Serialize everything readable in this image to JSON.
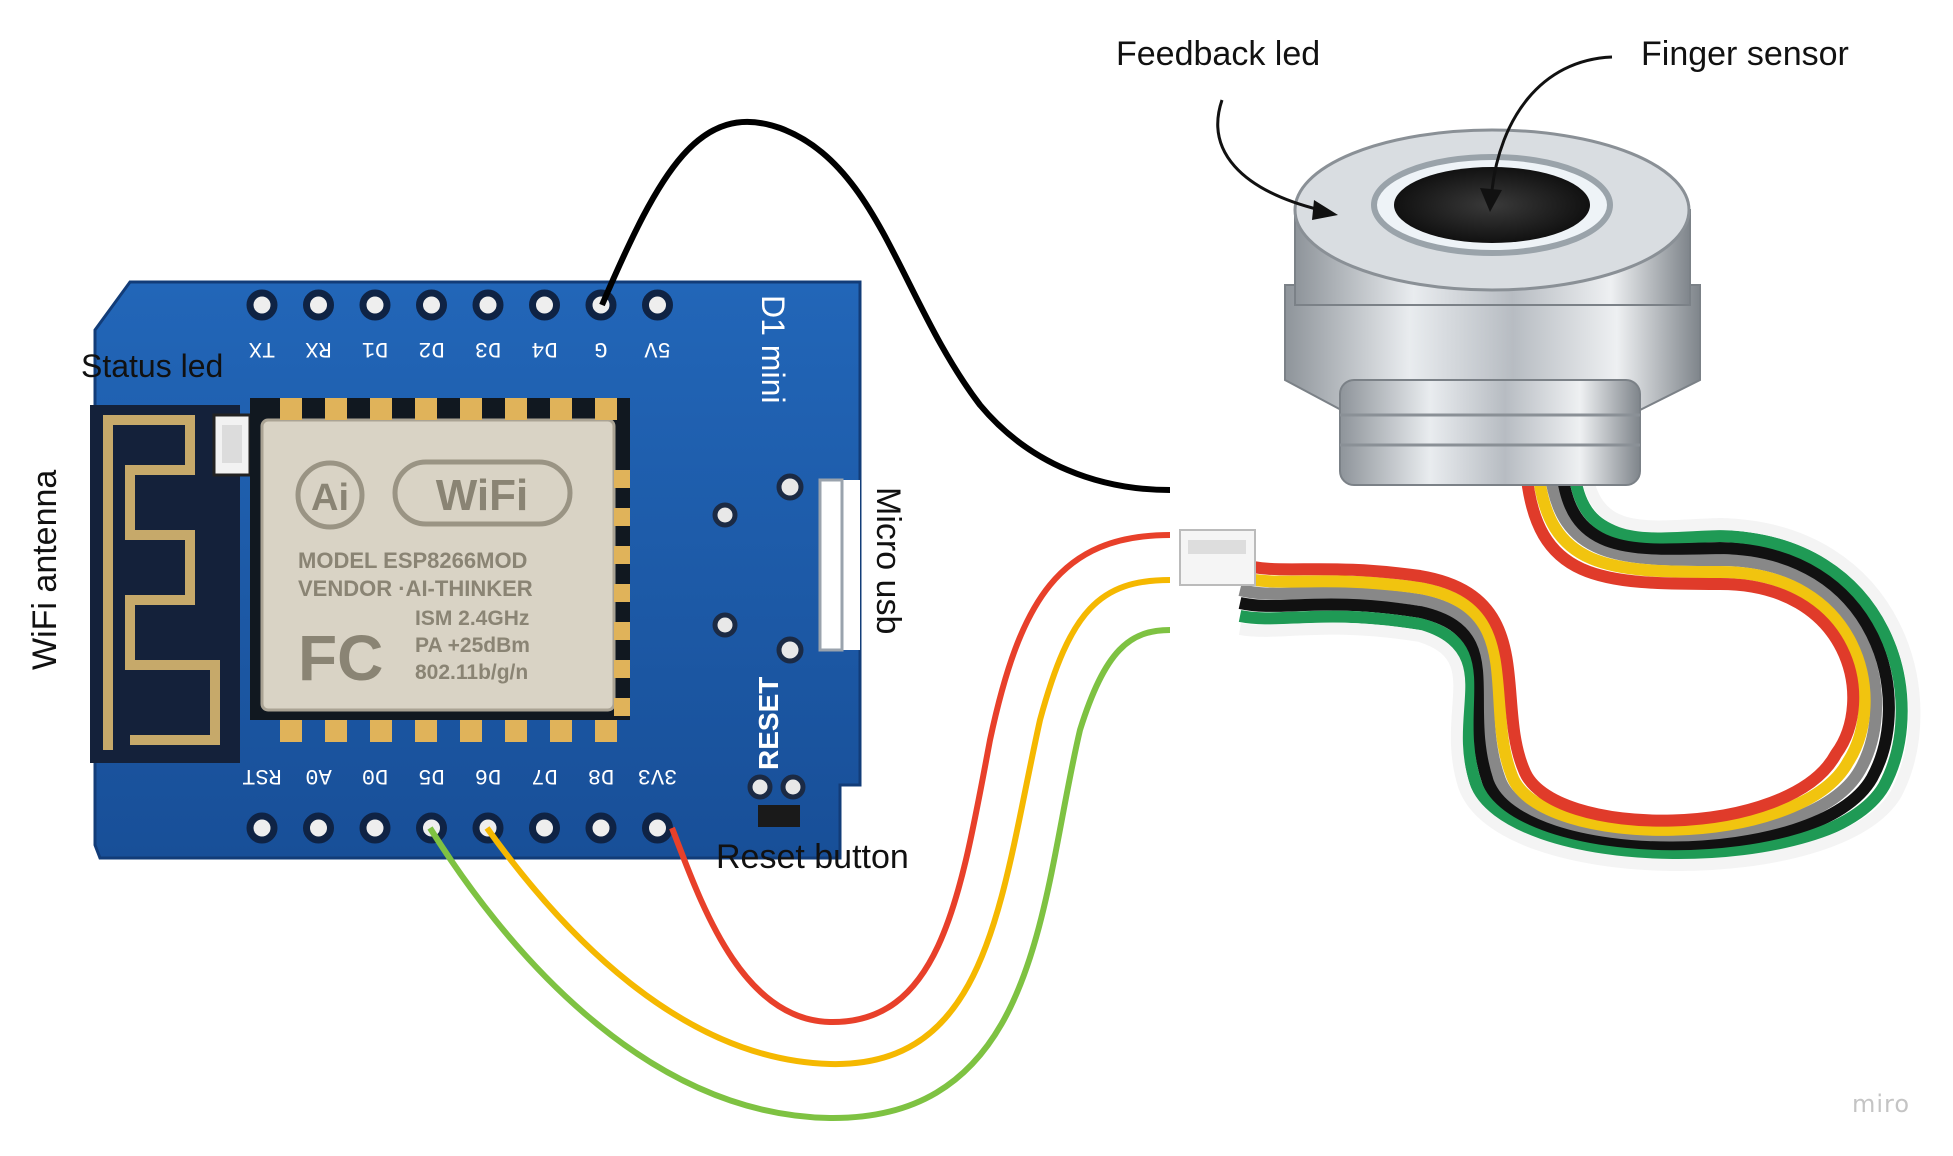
{
  "labels": {
    "feedback_led": "Feedback led",
    "finger_sensor": "Finger sensor",
    "status_led": "Status led",
    "wifi_antenna": "WiFi antenna",
    "micro_usb": "Micro usb",
    "reset_button": "Reset button"
  },
  "board": {
    "top_pins": [
      "TX",
      "RX",
      "D1",
      "D2",
      "D3",
      "D4",
      "G",
      "5V"
    ],
    "bottom_pins": [
      "RST",
      "A0",
      "D0",
      "D5",
      "D6",
      "D7",
      "D8",
      "3V3"
    ],
    "model_name": "D1 mini",
    "reset_label": "RESET",
    "module": {
      "logo_ai": "Ai",
      "logo_wifi": "WiFi",
      "line1": "MODEL   ESP8266MOD",
      "line2": "VENDOR ·AI-THINKER",
      "fcc": "FC",
      "spec1": "ISM 2.4GHz",
      "spec2": "PA   +25dBm",
      "spec3": "802.11b/g/n"
    }
  },
  "wires": [
    {
      "color": "#000000",
      "from": "G",
      "to": "sensor"
    },
    {
      "color": "#e8402a",
      "from": "3V3",
      "to": "sensor"
    },
    {
      "color": "#f5b800",
      "from": "D6",
      "to": "sensor"
    },
    {
      "color": "#7ec242",
      "from": "D5",
      "to": "sensor"
    }
  ],
  "colors": {
    "pcb": "#1e5aa8",
    "pcb_dark": "#123c78",
    "shield": "#d8d2c4",
    "metal": "#c9cdd2"
  },
  "watermark": "miro"
}
